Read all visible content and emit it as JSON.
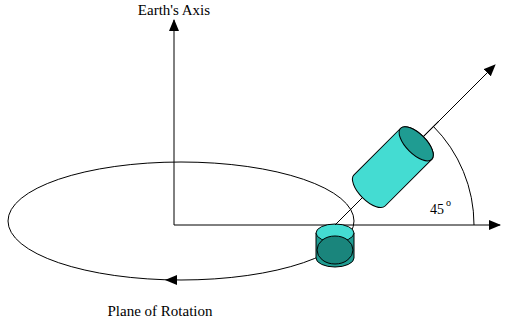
{
  "diagram": {
    "labels": [
      "Earth's Axis",
      "Plane of Rotation",
      "45",
      "o"
    ]
  }
}
